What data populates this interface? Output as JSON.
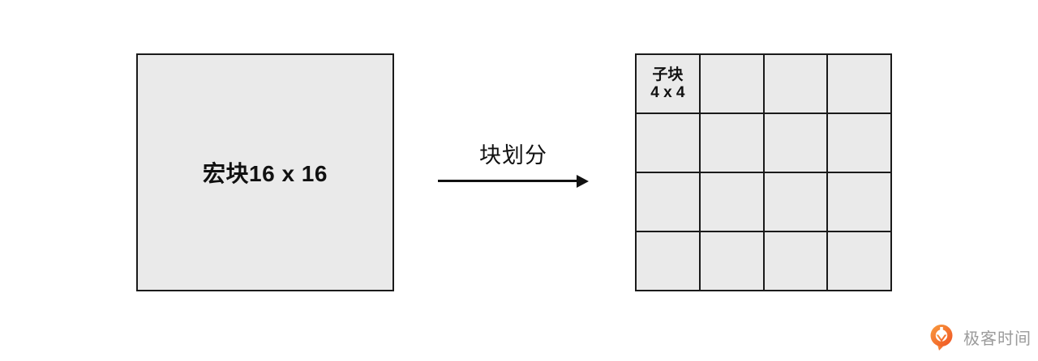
{
  "diagram": {
    "macroblock": {
      "label": "宏块16 x 16"
    },
    "arrow": {
      "label": "块划分"
    },
    "subblock_grid": {
      "rows": 4,
      "cols": 4,
      "label_lines": {
        "line1": "子块",
        "line2": "4 x 4"
      }
    },
    "colors": {
      "block_fill": "#eaeaea",
      "block_border": "#1a1a1a",
      "arrow": "#111111"
    }
  },
  "branding": {
    "logo_text": "极客时间",
    "logo_icon": "geektime-q-pin-icon",
    "logo_orange": "#f8782a",
    "logo_orange_dark": "#ef5223",
    "text_color": "#9b9b9b"
  }
}
